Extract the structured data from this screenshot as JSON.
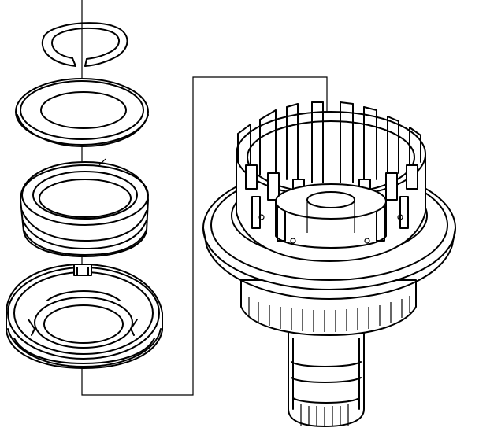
{
  "diagram": {
    "labels": [],
    "colors": {
      "ink": "#000000",
      "paper": "#ffffff"
    },
    "parts": [
      "snap-ring",
      "flat-washer",
      "piston-with-seals",
      "piston-housing",
      "clutch-drum-with-shaft"
    ]
  }
}
